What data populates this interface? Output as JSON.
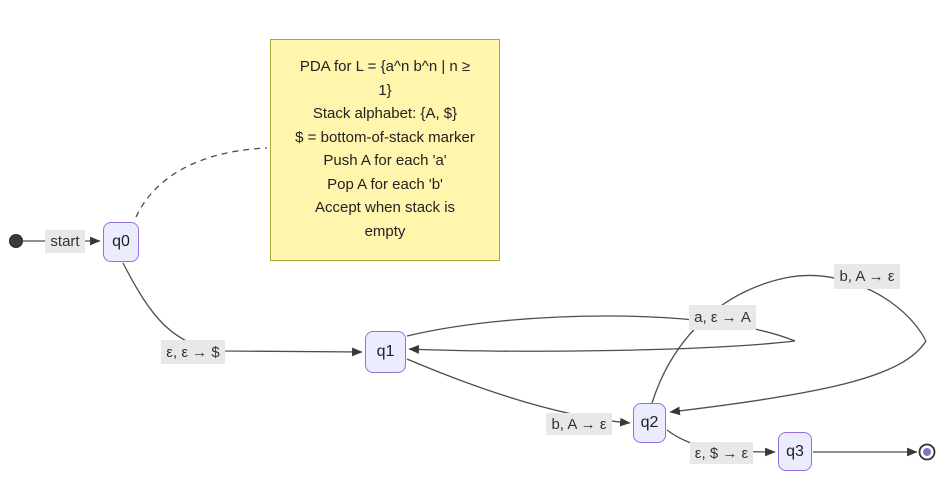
{
  "diagram": {
    "kind": "pda-state-diagram",
    "start_label": "start",
    "states": {
      "q0": "q0",
      "q1": "q1",
      "q2": "q2",
      "q3": "q3"
    },
    "transitions": {
      "q0_q1": "ε, ε → $",
      "q1_self": "a, ε → A",
      "q1_q2": "b, A → ε",
      "q2_self": "b, A → ε",
      "q2_q3": "ε, $ → ε"
    },
    "note": {
      "lines": [
        "PDA for L = {a^n b^n | n ≥",
        "1}",
        "Stack alphabet: {A, $}",
        "$ = bottom-of-stack marker",
        "Push A for each 'a'",
        "Pop A for each 'b'",
        "Accept when stack is",
        "empty"
      ]
    },
    "colors": {
      "state_fill": "#ececff",
      "state_border": "#9370db",
      "note_fill": "#fff5ad",
      "note_border": "#aaaa33",
      "edge": "#4d4d4d",
      "arrow": "#383838",
      "label_bg": "#e8e8e8",
      "label_text": "#333333",
      "start_dot": "#3b3b3b",
      "end_state_inner": "#8a70c8"
    }
  }
}
